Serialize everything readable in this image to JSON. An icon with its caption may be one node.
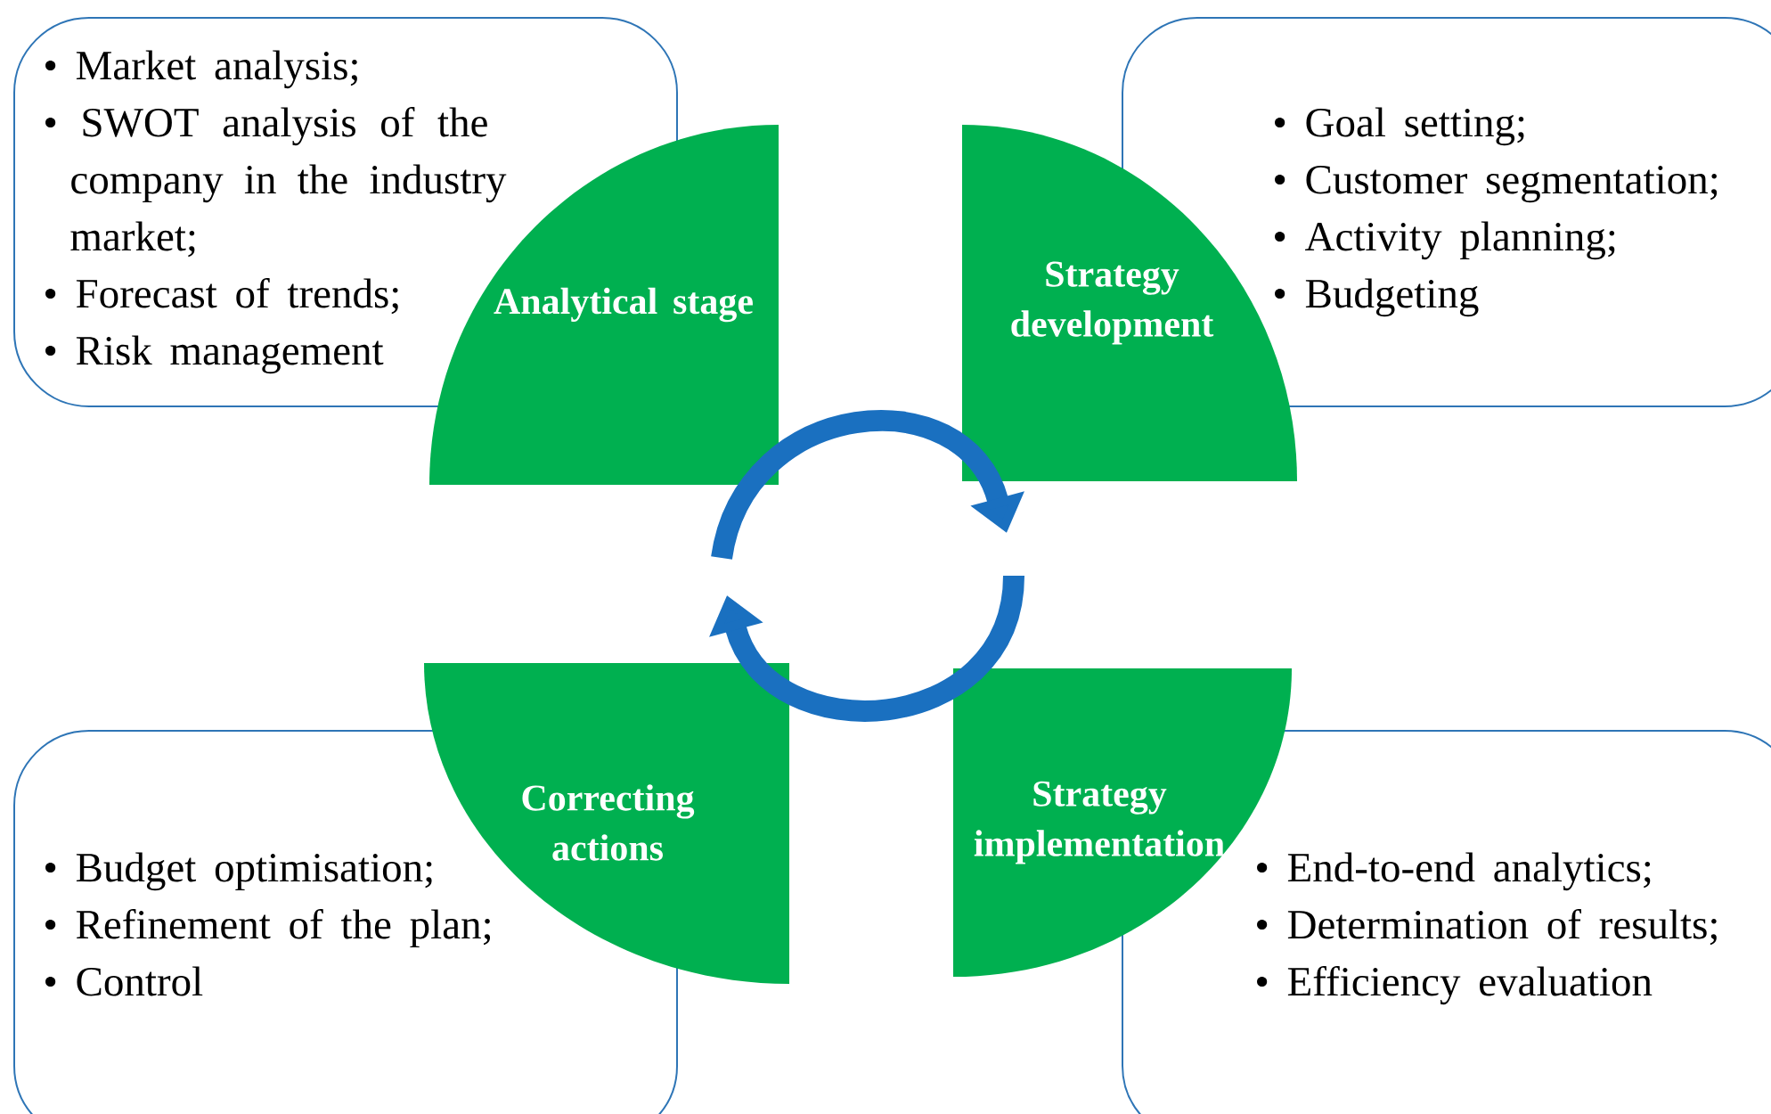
{
  "diagram": {
    "nodes": [
      {
        "text": [
          "• Market analysis;",
          "• SWOT analysis of the company in the industry market;",
          "• Forecast of trends;",
          "• Risk management"
        ]
      },
      {
        "text": [
          "Analytical stage"
        ]
      },
      {
        "text": [
          "Strategy development"
        ]
      },
      {
        "text": [
          "• Goal setting;",
          "• Customer segmentation;",
          "• Activity planning;",
          "• Budgeting"
        ]
      },
      {
        "text": [
          "• Budget optimisation;",
          "• Refinement of the plan;",
          "• Control"
        ]
      },
      {
        "text": [
          "Correcting actions"
        ]
      },
      {
        "text": [
          "Strategy implementation"
        ]
      },
      {
        "text": [
          "• End-to-end analytics;",
          "• Determination of results;",
          "• Efficiency evaluation"
        ]
      }
    ],
    "edges": [
      {
        "from": 1,
        "to": 2,
        "arrow": "to"
      },
      {
        "from": 6,
        "to": 5,
        "arrow": "to"
      }
    ]
  }
}
